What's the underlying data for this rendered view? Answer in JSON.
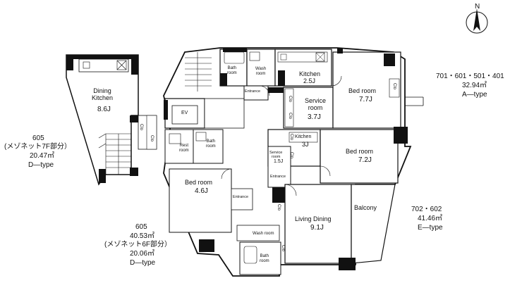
{
  "compass": {
    "label": "N"
  },
  "rooms": {
    "dining_kitchen_name": "Dining\nKitchen",
    "dining_kitchen_size": "8.6J",
    "bath_room_top": "Bath\nroom",
    "wash_room_top": "Wash\nroom",
    "entrance_top": "Entrance",
    "ev": "EV",
    "rest_room": "Rest\nroom",
    "bath_room_mid": "Bath\nroom",
    "kitchen_a_name": "Kitchen",
    "kitchen_a_size": "2.5J",
    "service_room_a_name": "Service\nroom",
    "service_room_a_size": "3.7J",
    "bed_room_a_name": "Bed room",
    "bed_room_a_size": "7.7J",
    "kitchen_e_name": "Kitchen",
    "kitchen_e_size": "3J",
    "service_room_e_name": "Service\nroom",
    "service_room_e_size": "1.5J",
    "bed_room_e_name": "Bed room",
    "bed_room_e_size": "7.2J",
    "entrance_e": "Entrance",
    "living_dining_name": "Living Dining",
    "living_dining_size": "9.1J",
    "balcony": "Balcony",
    "bed_room_d_name": "Bed room",
    "bed_room_d_size": "4.6J",
    "entrance_d": "Entrance",
    "wash_room_d": "Wash room",
    "bath_room_d": "Bath\nroom",
    "closet": "Clo"
  },
  "unit_labels": {
    "a_type": {
      "units": "701・601・501・401",
      "area": "32.94㎡",
      "type": "A—type"
    },
    "e_type": {
      "units": "702・602",
      "area": "41.46㎡",
      "type": "E—type"
    },
    "d_type_7f": {
      "unit": "605",
      "note": "メゾネット7F部分）",
      "area": "20.47㎡",
      "type": "D—type"
    },
    "d_type_6f": {
      "unit": "605",
      "area_total": "40.53㎡",
      "note": "メゾネット6F部分）",
      "area": "20.06㎡",
      "type": "D—type"
    }
  }
}
